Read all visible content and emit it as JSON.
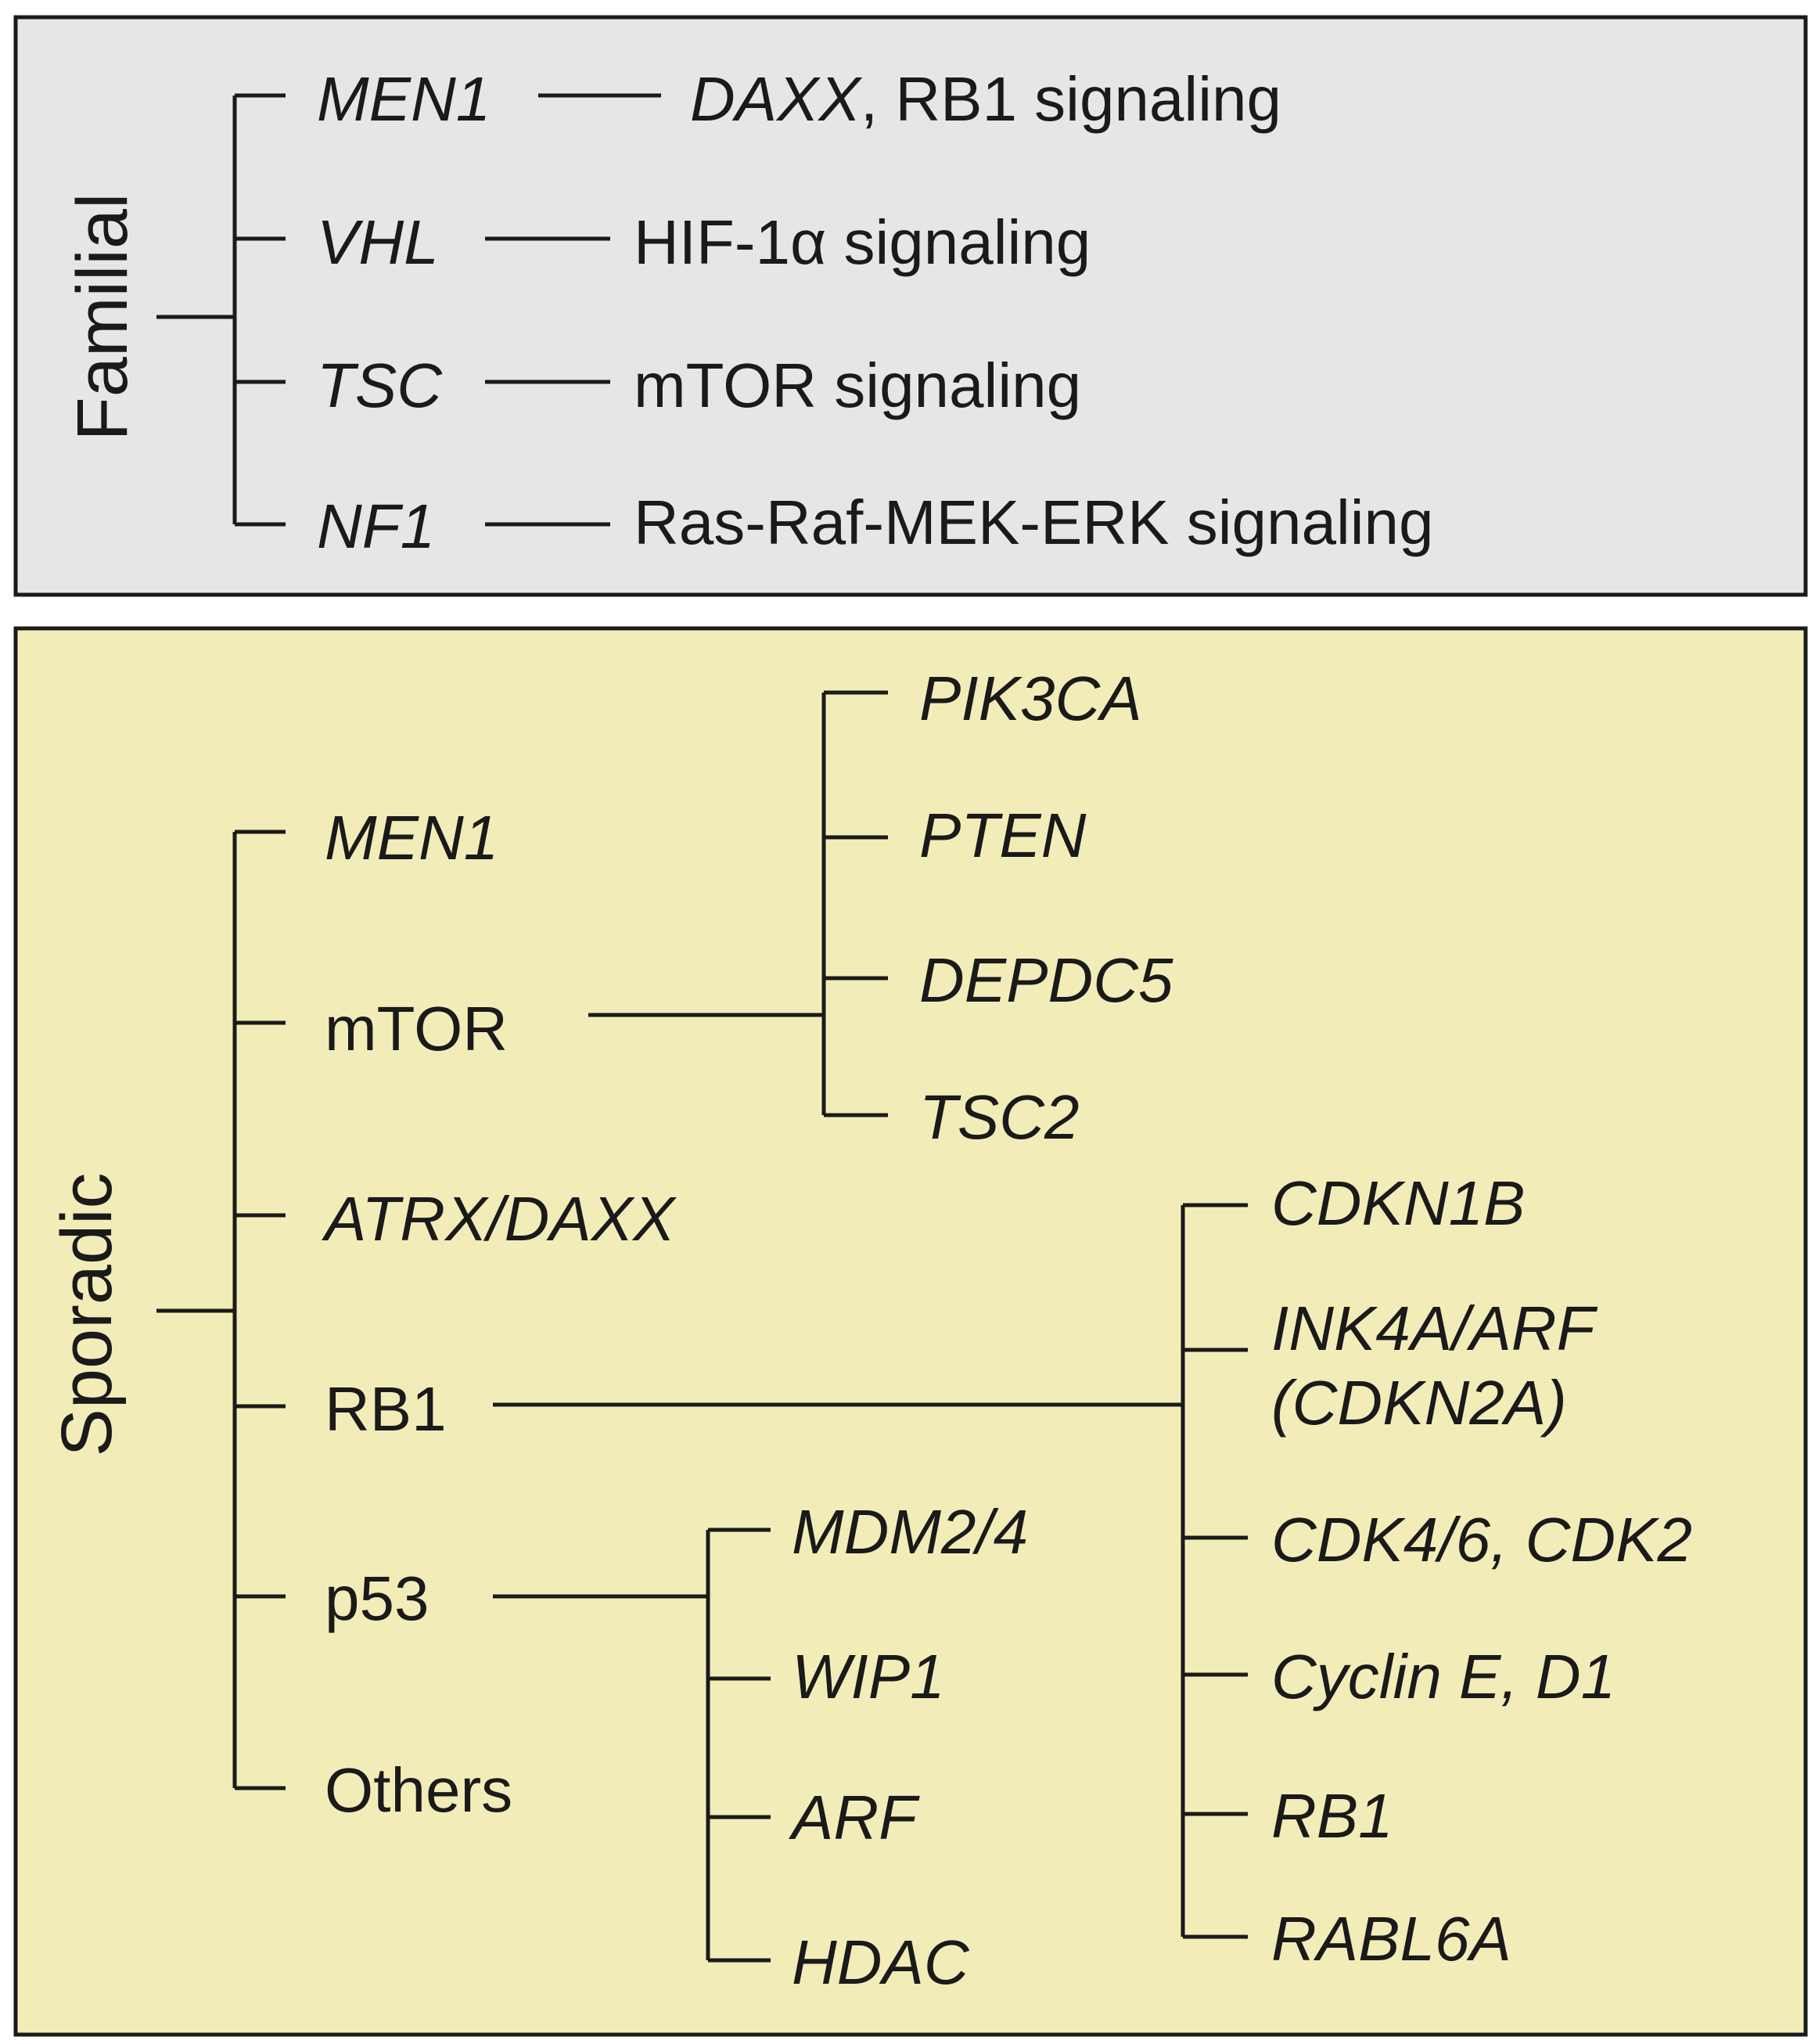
{
  "colors": {
    "familial_panel": "#e6e6e6",
    "sporadic_panel": "#f2edb8",
    "ink": "#1a1a1a"
  },
  "familial": {
    "label": "Familial",
    "rows": [
      {
        "gene": "MEN1",
        "pathway_gene": "DAXX",
        "pathway_rest": ", RB1 signaling"
      },
      {
        "gene": "VHL",
        "pathway_gene": "",
        "pathway_rest": "HIF-1α signaling"
      },
      {
        "gene": "TSC",
        "pathway_gene": "",
        "pathway_rest": "mTOR signaling"
      },
      {
        "gene": "NF1",
        "pathway_gene": "",
        "pathway_rest": "Ras-Raf-MEK-ERK signaling"
      }
    ]
  },
  "sporadic": {
    "label": "Sporadic",
    "items": [
      "MEN1",
      "mTOR",
      "ATRX/DAXX",
      "RB1",
      "p53",
      "Others"
    ],
    "mtor_genes": [
      "PIK3CA",
      "PTEN",
      "DEPDC5",
      "TSC2"
    ],
    "rb1_genes": [
      "CDKN1B",
      "INK4A/ARF",
      "(CDKN2A)",
      "CDK4/6, CDK2",
      "Cyclin E, D1",
      "RB1",
      "RABL6A"
    ],
    "p53_genes": [
      "MDM2/4",
      "WIP1",
      "ARF",
      "HDAC"
    ]
  }
}
